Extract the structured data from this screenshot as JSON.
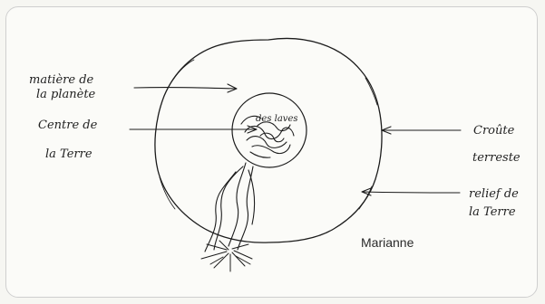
{
  "labels": {
    "matter_line1": "matière de",
    "matter_line2": "la planète",
    "centre_line1": "Centre de",
    "centre_line2": "la Terre",
    "lava": "des laves",
    "crust_line1": "Croûte",
    "crust_line2": "terreste",
    "relief_line1": "relief de",
    "relief_line2": "la Terre"
  },
  "author": "Marianne",
  "colors": {
    "ink": "#1c1c1c",
    "paper": "#fbfbf8",
    "border": "#cfcfcf"
  }
}
